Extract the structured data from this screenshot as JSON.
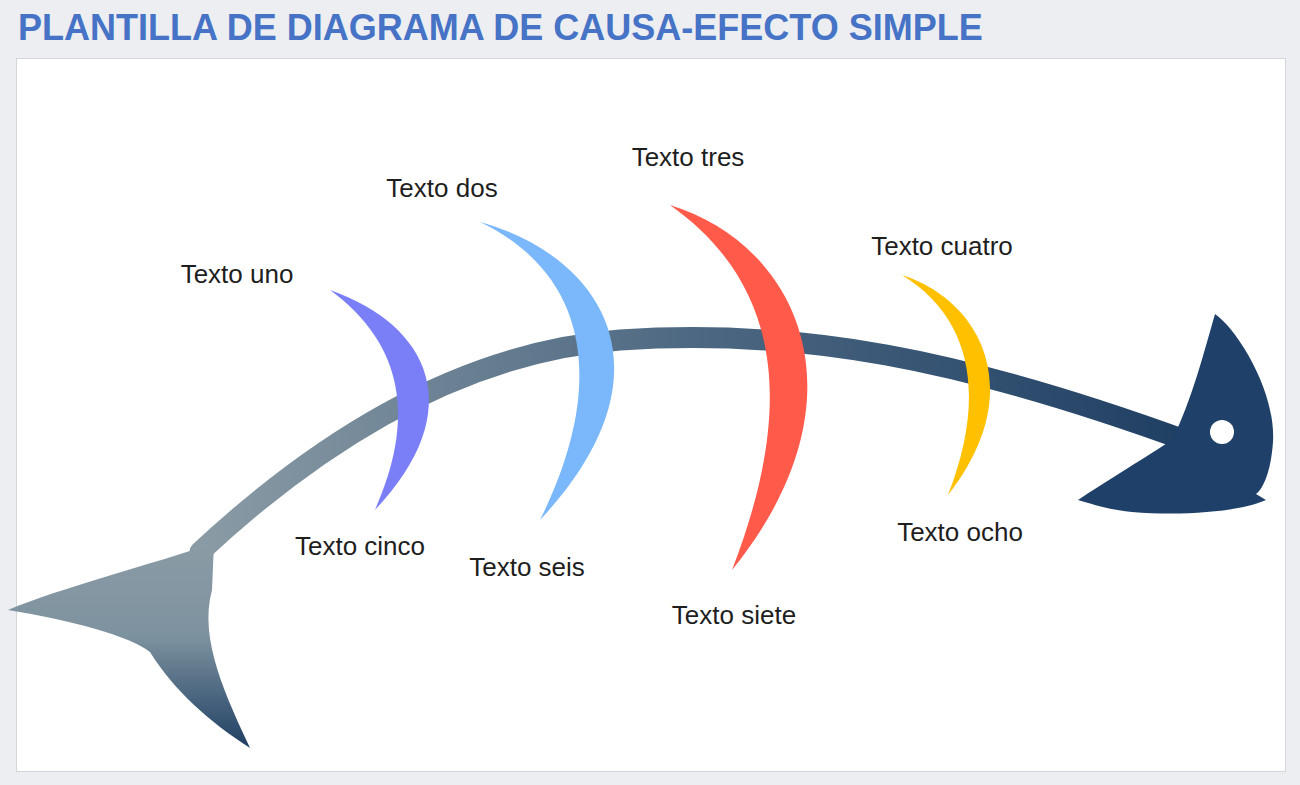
{
  "diagram": {
    "title": "PLANTILLA DE DIAGRAMA DE CAUSA-EFECTO SIMPLE",
    "labels": [
      "Texto uno",
      "Texto dos",
      "Texto tres",
      "Texto cuatro",
      "Texto cinco",
      "Texto seis",
      "Texto siete",
      "Texto ocho"
    ]
  }
}
